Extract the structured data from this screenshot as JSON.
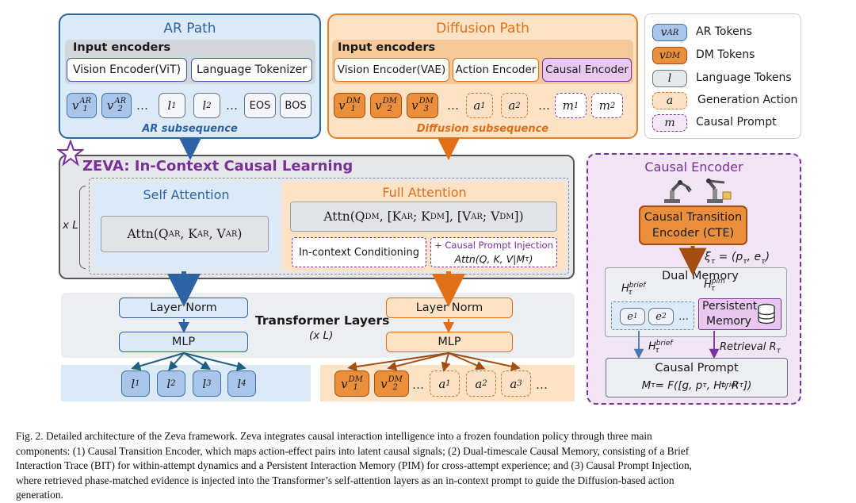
{
  "colors": {
    "ar_blue": "#2d63a3",
    "dm_orange": "#e06f18",
    "causal_purple": "#7a2f99",
    "panel_gray": "#e6e7ea"
  },
  "ar_path": {
    "title": "AR Path",
    "input_encoders": "Input encoders",
    "vision_encoder": "Vision Encoder(ViT)",
    "language_tokenizer": "Language Tokenizer",
    "tokens": [
      "v",
      "AR",
      "1",
      "v",
      "AR",
      "2",
      "l",
      "1",
      "l",
      "2",
      "EOS",
      "BOS"
    ],
    "ellipsis": "…",
    "subsequence": "AR subsequence"
  },
  "diffusion_path": {
    "title": "Diffusion Path",
    "input_encoders": "Input encoders",
    "vision_encoder": "Vision Encoder(VAE)",
    "action_encoder": "Action Encoder",
    "causal_encoder": "Causal Encoder",
    "subsequence": "Diffusion subsequence"
  },
  "legend": {
    "ar_tokens": "AR Tokens",
    "dm_tokens": "DM Tokens",
    "language_tokens": "Language Tokens",
    "generation_action": "Generation Action",
    "causal_prompt": "Causal Prompt"
  },
  "zeva": {
    "title": "ZEVA: In-Context Causal Learning",
    "repeat": "x L",
    "self_attention": "Self Attention",
    "full_attention": "Full Attention",
    "in_context": "In-context Conditioning",
    "prompt_injection": "+ Causal Prompt Injection"
  },
  "transformer": {
    "title": "Transformer Layers",
    "repeat": "(x L)",
    "layer_norm": "Layer Norm",
    "mlp": "MLP"
  },
  "causal_encoder_panel": {
    "title": "Causal Encoder",
    "cte_line1": "Causal Transition",
    "cte_line2": "Encoder (CTE)",
    "dual_memory": "Dual Memory",
    "persistent_line1": "Persistent",
    "persistent_line2": "Memory",
    "retrieval": "Retrieval",
    "causal_prompt": "Causal Prompt"
  },
  "caption": {
    "lines": [
      "Fig. 2.   Detailed architecture of the Zeva framework. Zeva integrates causal interaction intelligence into a frozen foundation policy through three main",
      "components: (1) Causal Transition Encoder, which maps action-effect pairs into latent causal signals; (2) Dual-timescale Causal Memory, consisting of a Brief",
      "Interaction Trace (BIT) for within-attempt dynamics and a Persistent Interaction Memory (PIM) for cross-attempt experience; and (3) Causal Prompt Injection,",
      "where retrieved phase-matched evidence is injected into the Transformer’s self-attention layers as an in-context prompt to guide the Diffusion-based action",
      "generation."
    ]
  }
}
